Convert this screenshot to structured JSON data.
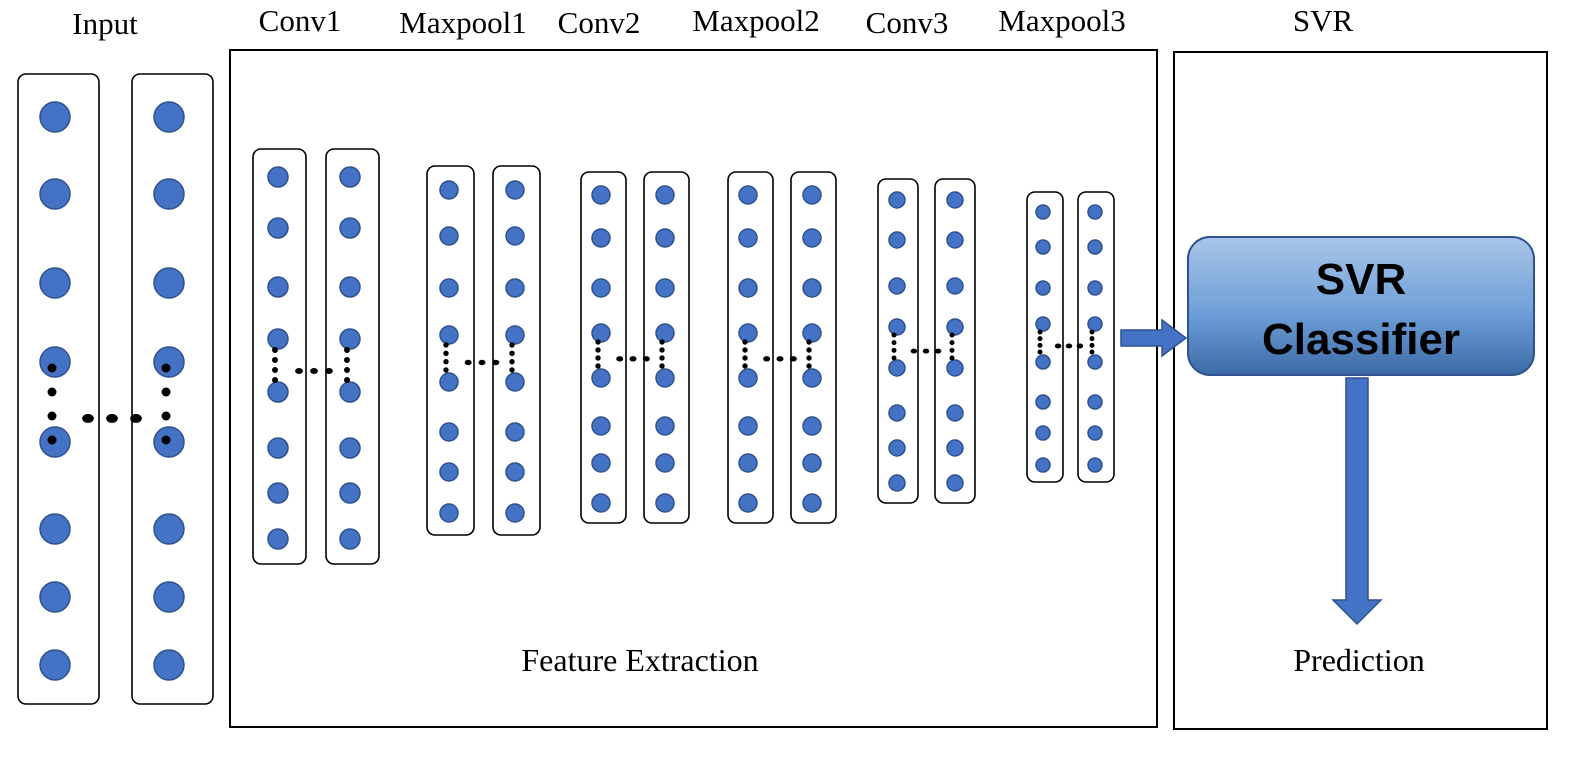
{
  "labels": {
    "input": "Input",
    "conv1": "Conv1",
    "maxpool1": "Maxpool1",
    "conv2": "Conv2",
    "maxpool2": "Maxpool2",
    "conv3": "Conv3",
    "maxpool3": "Maxpool3",
    "svr": "SVR",
    "feature_extraction": "Feature Extraction",
    "prediction": "Prediction"
  },
  "svr_box": {
    "line1": "SVR",
    "line2": "Classifier"
  },
  "colors": {
    "node_fill": "#4472c4",
    "node_stroke": "#2f528f",
    "svr_gradient_top": "#a9c6e8",
    "svr_gradient_mid": "#6f9fd8",
    "svr_gradient_bottom": "#3b6aa6",
    "arrow": "#4472c4"
  }
}
